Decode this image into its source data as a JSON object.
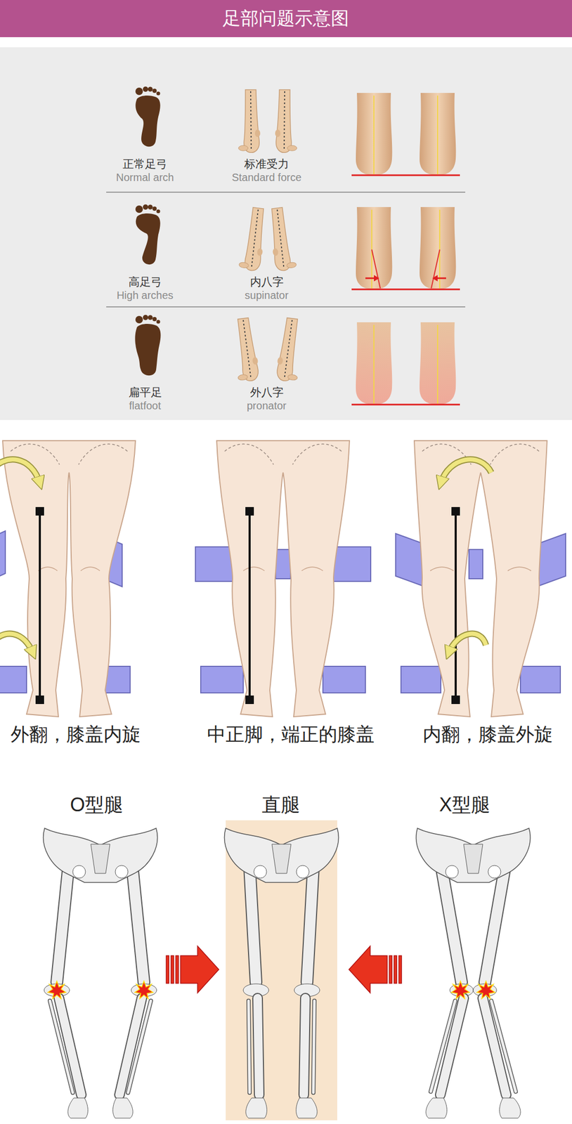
{
  "diagram": {
    "title": "足部问题示意图",
    "labels": [
      "正常足弓",
      "Normal arch",
      "标准受力",
      "Standard force",
      "高足弓",
      "High arches",
      "内八字",
      "supinator",
      "扁平足",
      "flatfoot",
      "外八字",
      "pronator",
      "外翻，膝盖内旋",
      "中正脚，端正的膝盖",
      "内翻，膝盖外旋",
      "O型腿",
      "直腿",
      "X型腿"
    ]
  }
}
